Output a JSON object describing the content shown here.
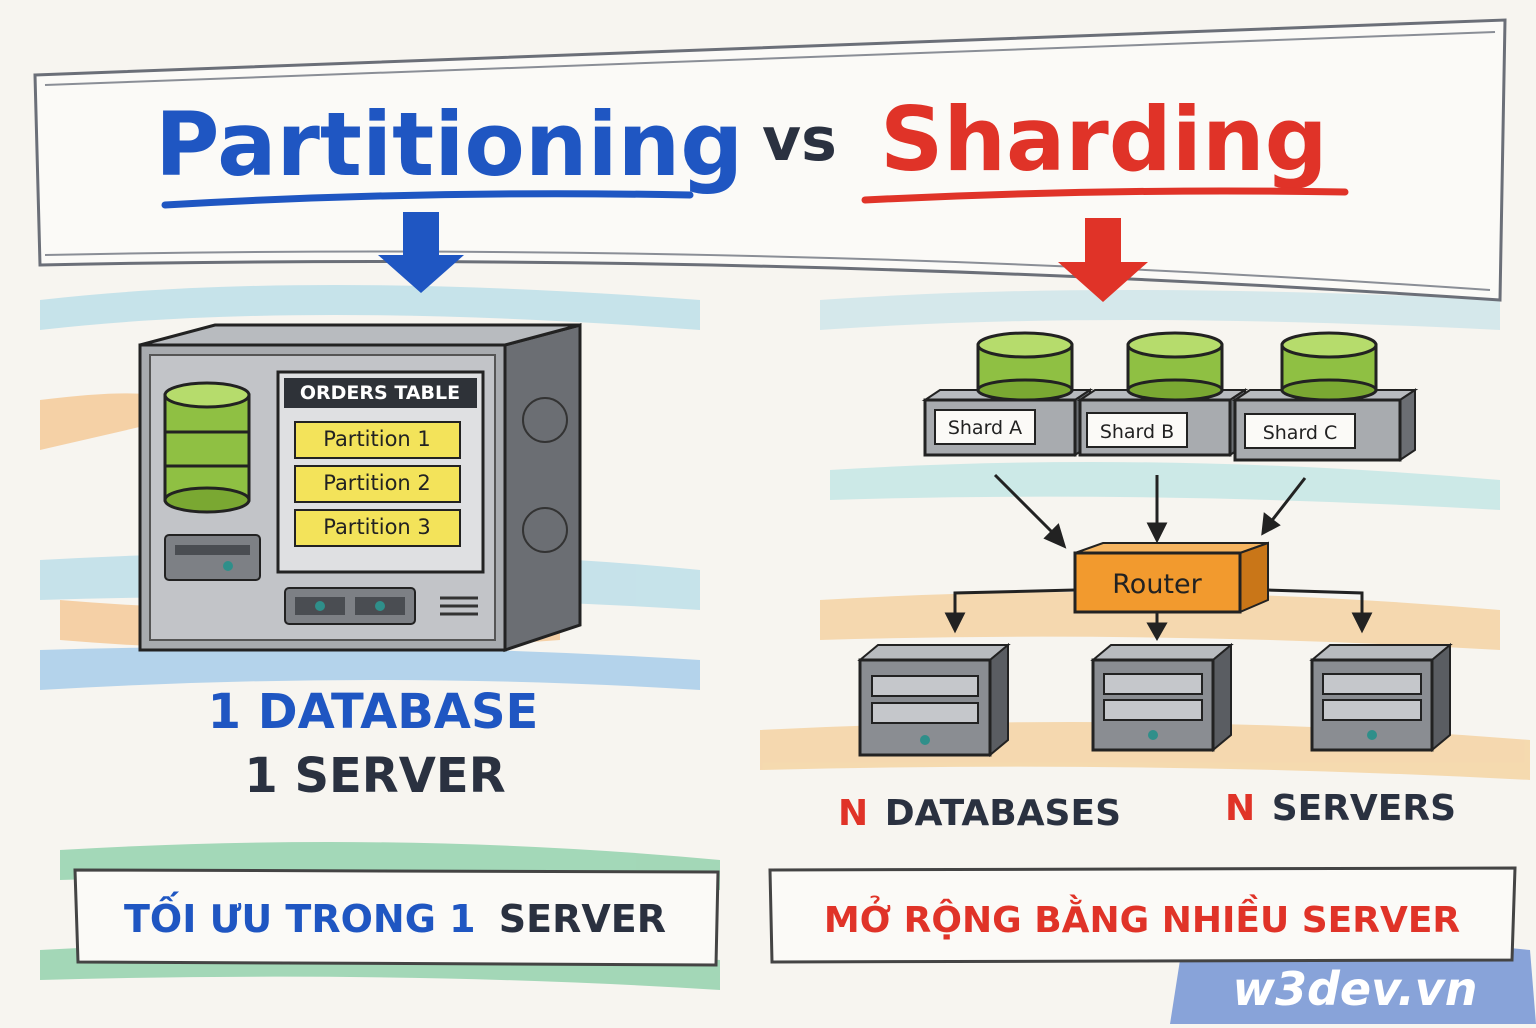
{
  "title": {
    "left": "Partitioning",
    "middle": "vs",
    "right": "Sharding"
  },
  "partitioning": {
    "table_label": "ORDERS TABLE",
    "partitions": [
      "Partition 1",
      "Partition 2",
      "Partition 3"
    ],
    "summary_line1": "1 DATABASE",
    "summary_line2": "1 SERVER",
    "footer_part1": "TỐI ƯU TRONG 1",
    "footer_part2": "SERVER"
  },
  "sharding": {
    "shards": [
      "Shard A",
      "Shard B",
      "Shard C"
    ],
    "router_label": "Router",
    "databases_n": "N",
    "databases_label": "DATABASES",
    "servers_n": "N",
    "servers_label": "SERVERS",
    "footer": "MỞ RỘNG BẰNG NHIỀU SERVER"
  },
  "watermark": "w3dev.vn",
  "colors": {
    "blue": "#1f56c2",
    "red": "#e03328",
    "dark": "#2a3140",
    "db_green": "#8fc043",
    "partition_yellow": "#f3e35a",
    "router_orange": "#f29a2e",
    "server_gray": "#8a8d92"
  }
}
